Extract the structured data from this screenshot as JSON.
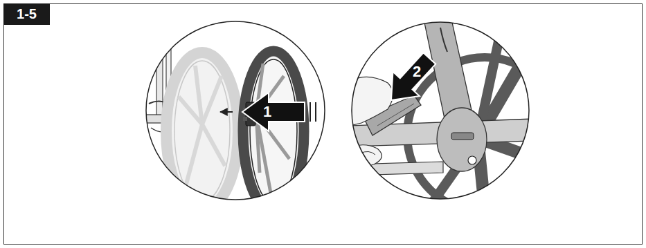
{
  "diagram": {
    "title": "1-5",
    "labels": [
      "1",
      "2"
    ]
  }
}
